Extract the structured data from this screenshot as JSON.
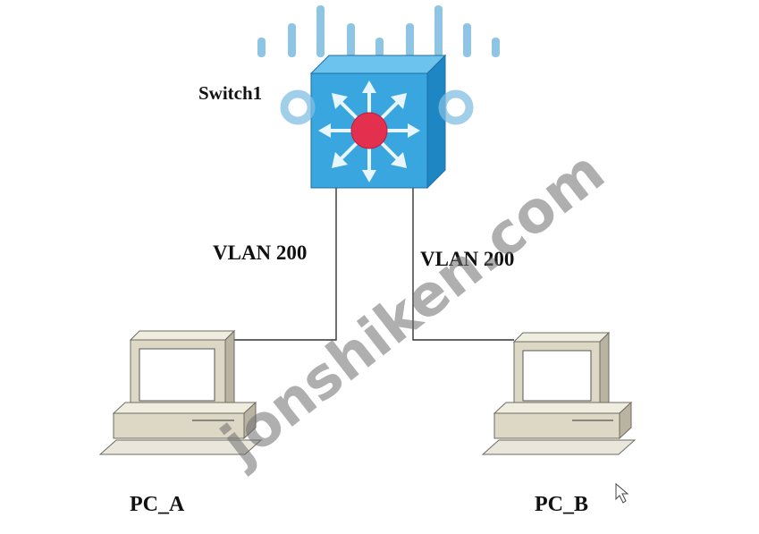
{
  "diagram": {
    "switch": {
      "label": "Switch1"
    },
    "links": [
      {
        "label": "VLAN 200"
      },
      {
        "label": "VLAN 200"
      }
    ],
    "hosts": [
      {
        "label": "PC_A"
      },
      {
        "label": "PC_B"
      }
    ]
  },
  "watermark": {
    "text": "jonshiken.com"
  },
  "colors": {
    "switch_face": "#39a6e0",
    "switch_top": "#6cc4ee",
    "switch_side": "#1f86c4",
    "switch_core": "#e3304f",
    "logo_bars": "#8ec5e4",
    "pc_body": "#ddd8c6",
    "pc_outline": "#6f6b60"
  }
}
